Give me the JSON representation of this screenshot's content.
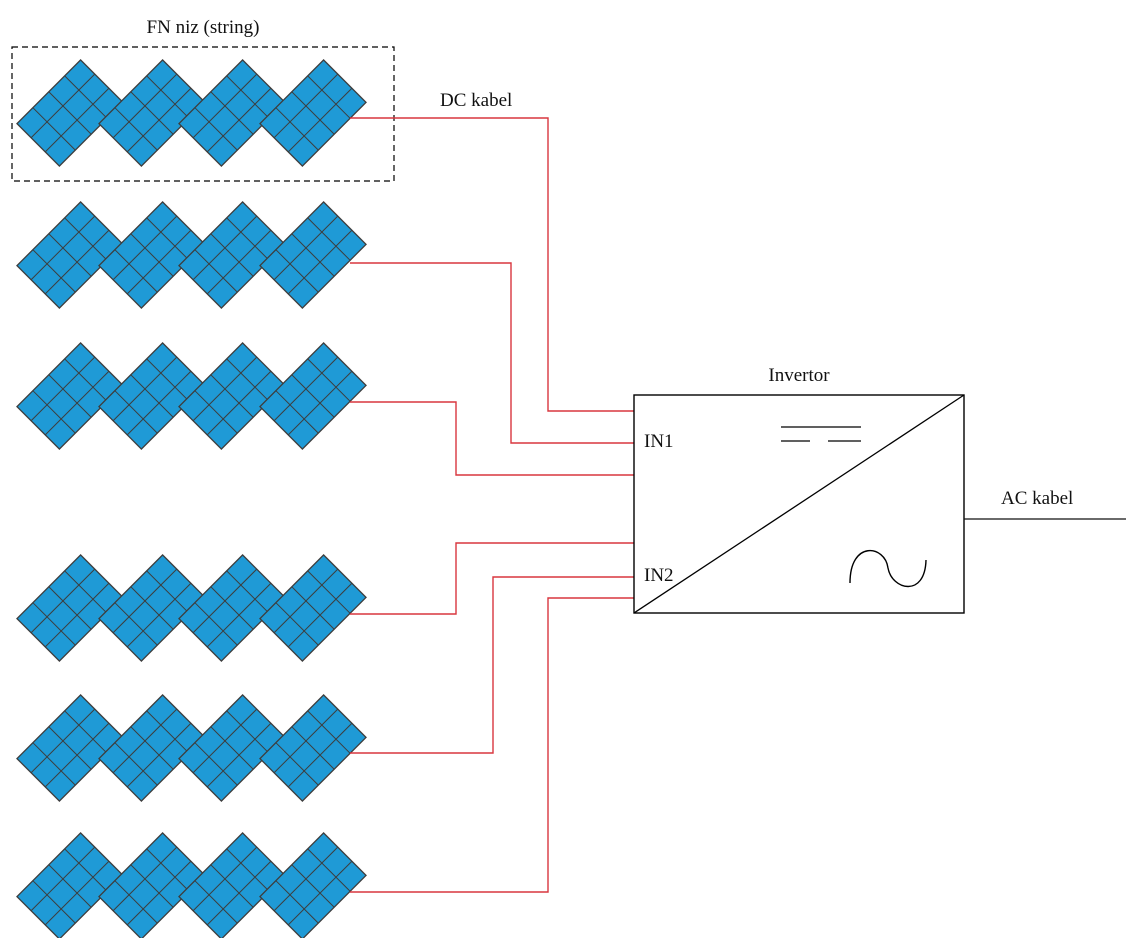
{
  "labels": {
    "string": "FN niz (string)",
    "dc_cable": "DC kabel",
    "inverter": "Invertor",
    "in1": "IN1",
    "in2": "IN2",
    "ac_cable": "AC kabel"
  },
  "colors": {
    "panel_fill": "#1f9ad6",
    "panel_outline": "#3d3d3d",
    "dc_wire": "#d9363e",
    "ac_wire": "#111111",
    "frame": "#000000"
  },
  "layout": {
    "string_rows": 6,
    "panels_per_row": 4
  }
}
